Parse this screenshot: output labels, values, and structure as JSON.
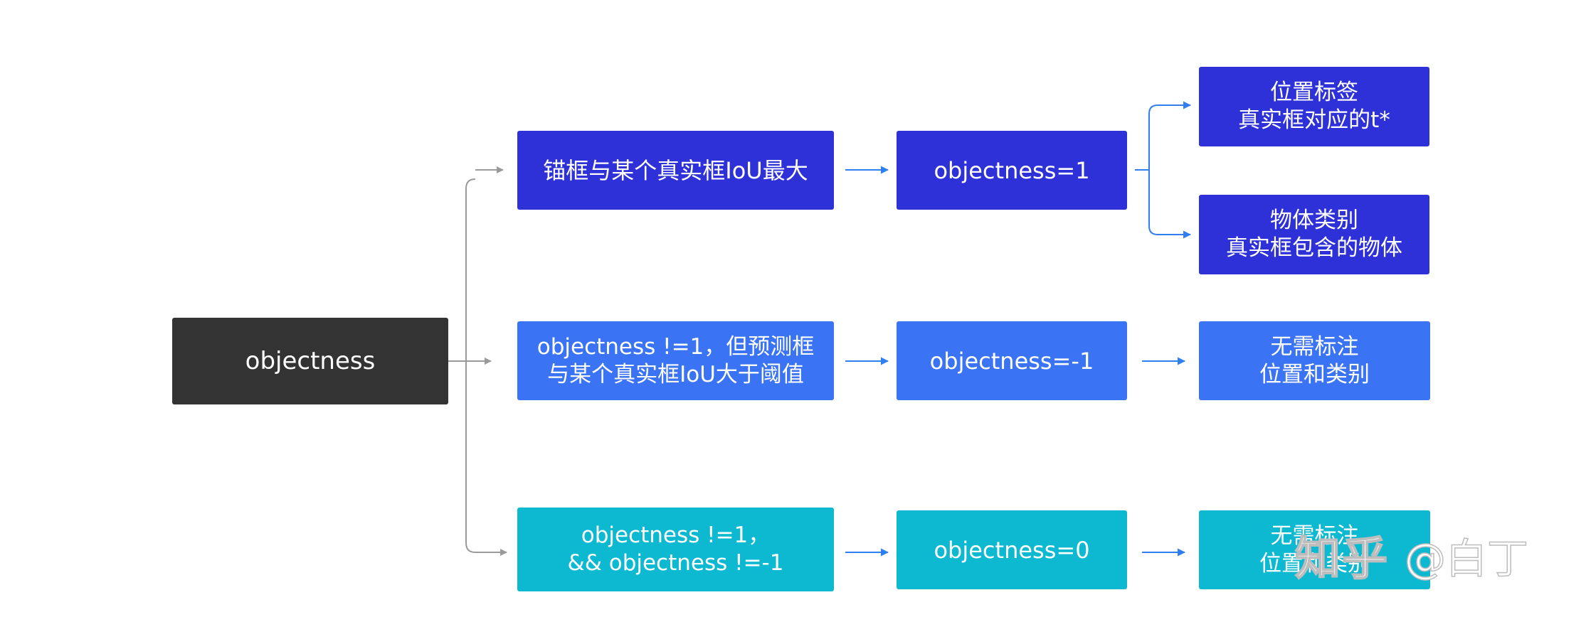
{
  "colors": {
    "root": "#333333",
    "row1": "#2e31d8",
    "row2": "#3b73f5",
    "row3": "#0cb9d1",
    "connector_gray": "#9a9a9a",
    "connector_blue": "#2f7ff0"
  },
  "root": {
    "label": "objectness"
  },
  "rows": [
    {
      "condition": [
        "锚框与某个真实框IoU最大"
      ],
      "result": "objectness=1",
      "outcomes": [
        {
          "lines": [
            "位置标签",
            "真实框对应的t*"
          ]
        },
        {
          "lines": [
            "物体类别",
            "真实框包含的物体"
          ]
        }
      ]
    },
    {
      "condition": [
        "objectness !=1，但预测框",
        "与某个真实框IoU大于阈值"
      ],
      "result": "objectness=-1",
      "outcomes": [
        {
          "lines": [
            "无需标注",
            "位置和类别"
          ]
        }
      ]
    },
    {
      "condition": [
        "objectness !=1，",
        "&& objectness !=-1"
      ],
      "result": "objectness=0",
      "outcomes": [
        {
          "lines": [
            "无需标注",
            "位置和类别"
          ]
        }
      ]
    }
  ],
  "watermark": {
    "logo": "知乎",
    "author": "@白丁"
  }
}
